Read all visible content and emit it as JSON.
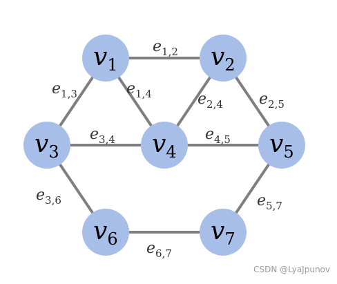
{
  "nodes": [
    {
      "id": "v1",
      "base": "v",
      "sub": "1"
    },
    {
      "id": "v2",
      "base": "v",
      "sub": "2"
    },
    {
      "id": "v3",
      "base": "v",
      "sub": "3"
    },
    {
      "id": "v4",
      "base": "v",
      "sub": "4"
    },
    {
      "id": "v5",
      "base": "v",
      "sub": "5"
    },
    {
      "id": "v6",
      "base": "v",
      "sub": "6"
    },
    {
      "id": "v7",
      "base": "v",
      "sub": "7"
    }
  ],
  "edges": [
    {
      "id": "e12",
      "from": "v1",
      "to": "v2",
      "base": "e",
      "sub": "1,2"
    },
    {
      "id": "e13",
      "from": "v1",
      "to": "v3",
      "base": "e",
      "sub": "1,3"
    },
    {
      "id": "e14",
      "from": "v1",
      "to": "v4",
      "base": "e",
      "sub": "1,4"
    },
    {
      "id": "e24",
      "from": "v2",
      "to": "v4",
      "base": "e",
      "sub": "2,4"
    },
    {
      "id": "e25",
      "from": "v2",
      "to": "v5",
      "base": "e",
      "sub": "2,5"
    },
    {
      "id": "e34",
      "from": "v3",
      "to": "v4",
      "base": "e",
      "sub": "3,4"
    },
    {
      "id": "e45",
      "from": "v4",
      "to": "v5",
      "base": "e",
      "sub": "4,5"
    },
    {
      "id": "e36",
      "from": "v3",
      "to": "v6",
      "base": "e",
      "sub": "3,6"
    },
    {
      "id": "e57",
      "from": "v5",
      "to": "v7",
      "base": "e",
      "sub": "5,7"
    },
    {
      "id": "e67",
      "from": "v6",
      "to": "v7",
      "base": "e",
      "sub": "6,7"
    }
  ],
  "colors": {
    "node_fill": "#a7bfe8",
    "edge": "#7f7f7f"
  },
  "watermark": "CSDN @LyaJpunov"
}
